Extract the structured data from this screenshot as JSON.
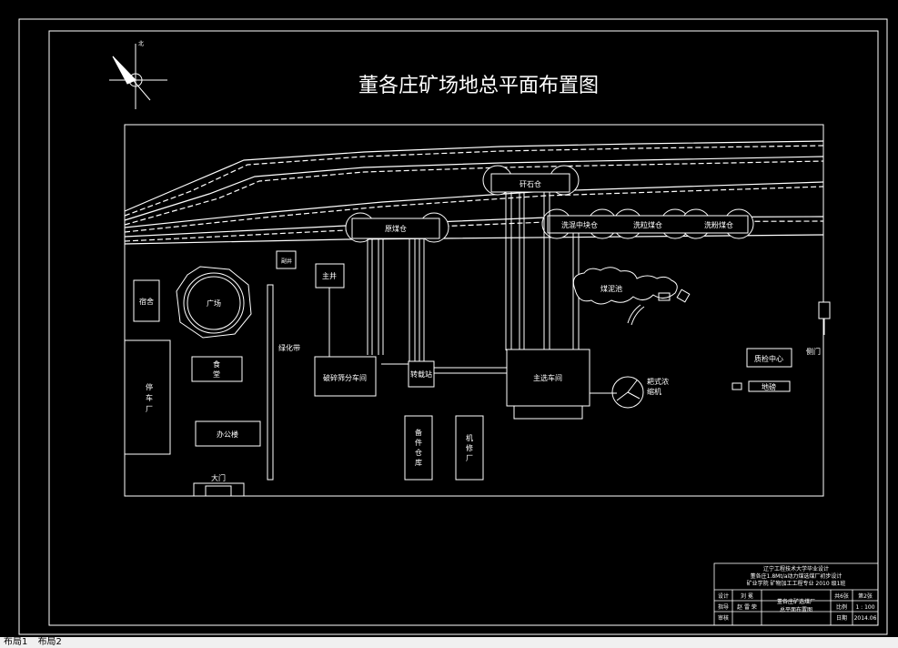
{
  "title": "董各庄矿场地总平面布置图",
  "compass_north": "北",
  "buildings": {
    "gangue_bin": "矸石仓",
    "raw_coal_bin": "原煤仓",
    "washed_middling_bin": "洗混中块仓",
    "washed_granular_bin": "洗粒煤仓",
    "washed_fine_bin": "洗粉煤仓",
    "auxiliary_shaft": "副井",
    "main_shaft": "主井",
    "dormitory": "宿舍",
    "plaza": "广场",
    "green_belt": "绿化带",
    "canteen": "食\n堂",
    "office": "办公楼",
    "garage": "停\n车\n厂",
    "crushing_screening": "破碎筛分车间",
    "transfer_station": "转载站",
    "main_prep_plant": "主选车间",
    "spare_parts_warehouse": "备\n件\n仓\n库",
    "machine_repair": "机\n修\n厂",
    "slime_pond": "煤泥池",
    "rake_thickener": "耙式浓\n缩机",
    "qc_center": "质检中心",
    "weighbridge": "地磅",
    "side_gate": "侧门",
    "main_gate": "大门"
  },
  "title_block": {
    "line1": "辽宁工程技术大学毕业设计",
    "line2": "董各庄1.8Mt/a动力煤选煤厂初步设计",
    "line3": "矿业学院  矿物加工工程专业  2010 级1班",
    "design_label": "设计",
    "design_name": "刘 冕",
    "guide_label": "指导",
    "guide_name": "赵 雷 荣",
    "review_label": "审核",
    "drawing_name_1": "董各庄矿选煤厂",
    "drawing_name_2": "总平面布置图",
    "sheet_label": "共6张",
    "sheet_no": "第2张",
    "scale_label": "比例",
    "scale_value": "1 : 100",
    "date_label": "日期",
    "date_value": "2014.06"
  },
  "tabs": [
    "布局1",
    "布局2"
  ],
  "colors": {
    "background": "#000000",
    "lines": "#ffffff"
  }
}
